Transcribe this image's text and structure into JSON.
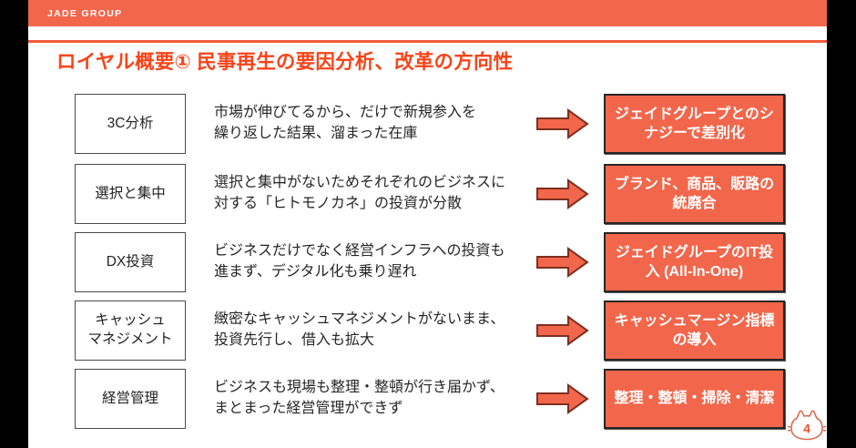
{
  "header": {
    "brand": "JADE GROUP"
  },
  "title": "ロイヤル概要① 民事再生の要因分析、改革の方向性",
  "rows": [
    {
      "label": "3C分析",
      "description": "市場が伸びてるから、だけで新規参入を\n繰り返した結果、溜まった在庫",
      "result": "ジェイドグループとのシ\nナジーで差別化"
    },
    {
      "label": "選択と集中",
      "description": "選択と集中がないためそれぞれのビジネスに\n対する「ヒトモノカネ」の投資が分散",
      "result": "ブランド、商品、販路の\n統廃合"
    },
    {
      "label": "DX投資",
      "description": "ビジネスだけでなく経営インフラへの投資も\n進まず、デジタル化も乗り遅れ",
      "result": "ジェイドグループのIT投\n入 (All-In-One)"
    },
    {
      "label": "キャッシュ\nマネジメント",
      "description": "緻密なキャッシュマネジメントがないまま、\n投資先行し、借入も拡大",
      "result": "キャッシュマージン指標\nの導入"
    },
    {
      "label": "経営管理",
      "description": "ビジネスも現場も整理・整頓が行き届かず、\nまとまった経営管理ができず",
      "result": "整理・整頓・掃除・清潔"
    }
  ],
  "page_number": "4",
  "colors": {
    "accent": "#F2664B",
    "title": "#F8441A",
    "rule": "#F25B3C",
    "arrow_fill": "#F2664B",
    "arrow_outline": "#7E2F1F",
    "category_box_border": "#4A4A4A",
    "result_box_border": "#262626",
    "body_text": "#262626",
    "badge_outline": "#D96B51",
    "badge_number": "#EE4D2B",
    "frame": "#000000"
  },
  "icons": {
    "arrow": "block-arrow-right",
    "page_badge": "cat-face"
  }
}
